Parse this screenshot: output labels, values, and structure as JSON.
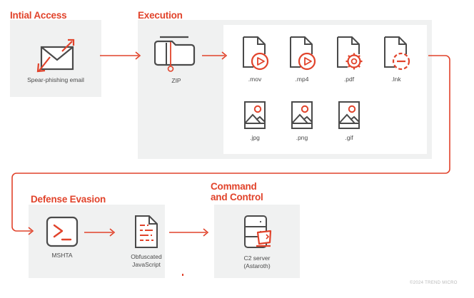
{
  "meta": {
    "accent_color": "#e1432b",
    "panel_color": "#f0f1f1",
    "icon_stroke_color": "#4a4a4a",
    "label_color": "#4a4a4a",
    "copyright": "©2024 TREND MICRO"
  },
  "stages": {
    "initial_access": {
      "title": "Intial Access",
      "node": {
        "label": "Spear-phishing email",
        "icon": "envelope-phishing-icon"
      }
    },
    "execution": {
      "title": "Execution",
      "node": {
        "label": "ZIP",
        "icon": "zip-folder-icon"
      },
      "files_row_1": [
        {
          "label": ".mov",
          "icon": "file-play-icon"
        },
        {
          "label": ".mp4",
          "icon": "file-play-icon"
        },
        {
          "label": ".pdf",
          "icon": "file-gear-icon"
        },
        {
          "label": ".lnk",
          "icon": "file-link-icon"
        }
      ],
      "files_row_2": [
        {
          "label": ".jpg",
          "icon": "image-file-icon"
        },
        {
          "label": ".png",
          "icon": "image-file-icon"
        },
        {
          "label": ".gif",
          "icon": "image-file-icon"
        }
      ]
    },
    "defense_evasion": {
      "title": "Defense Evasion",
      "nodes": [
        {
          "label": "MSHTA",
          "icon": "terminal-prompt-icon"
        },
        {
          "label": "Obfuscated\nJavaScript",
          "icon": "obfuscated-script-icon"
        }
      ]
    },
    "command_and_control": {
      "title": "Command\nand Control",
      "node": {
        "label": "C2 server\n(Astaroth)",
        "icon": "c2-server-icon"
      }
    }
  }
}
